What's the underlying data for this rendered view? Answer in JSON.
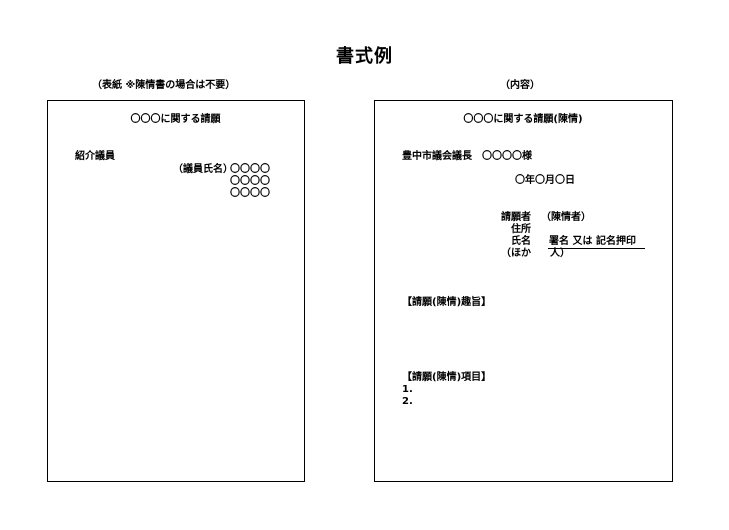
{
  "page_title": "書式例",
  "cover": {
    "caption": "（表紙 ※陳情書の場合は不要）",
    "heading": "〇〇〇に関する請願",
    "introducer_label": "紹介議員",
    "member_name_label": "（議員氏名）",
    "member_names": [
      "〇〇〇〇",
      "〇〇〇〇",
      "〇〇〇〇"
    ]
  },
  "content": {
    "caption": "（内容）",
    "heading": "〇〇〇に関する請願(陳情)",
    "addressee": "豊中市議会議長　〇〇〇〇様",
    "date": "〇年〇月〇日",
    "petitioner_label": "請願者",
    "petitioner_sub": "（陳情者）",
    "address_label": "住所",
    "name_label": "氏名",
    "others_label": "（ほか",
    "signature_note": "署名 又は 記名押印",
    "others_suffix": "人）",
    "purpose_heading": "【請願(陳情)趣旨】",
    "items_heading": "【請願(陳情)項目】",
    "items": [
      "1.",
      "2."
    ]
  }
}
